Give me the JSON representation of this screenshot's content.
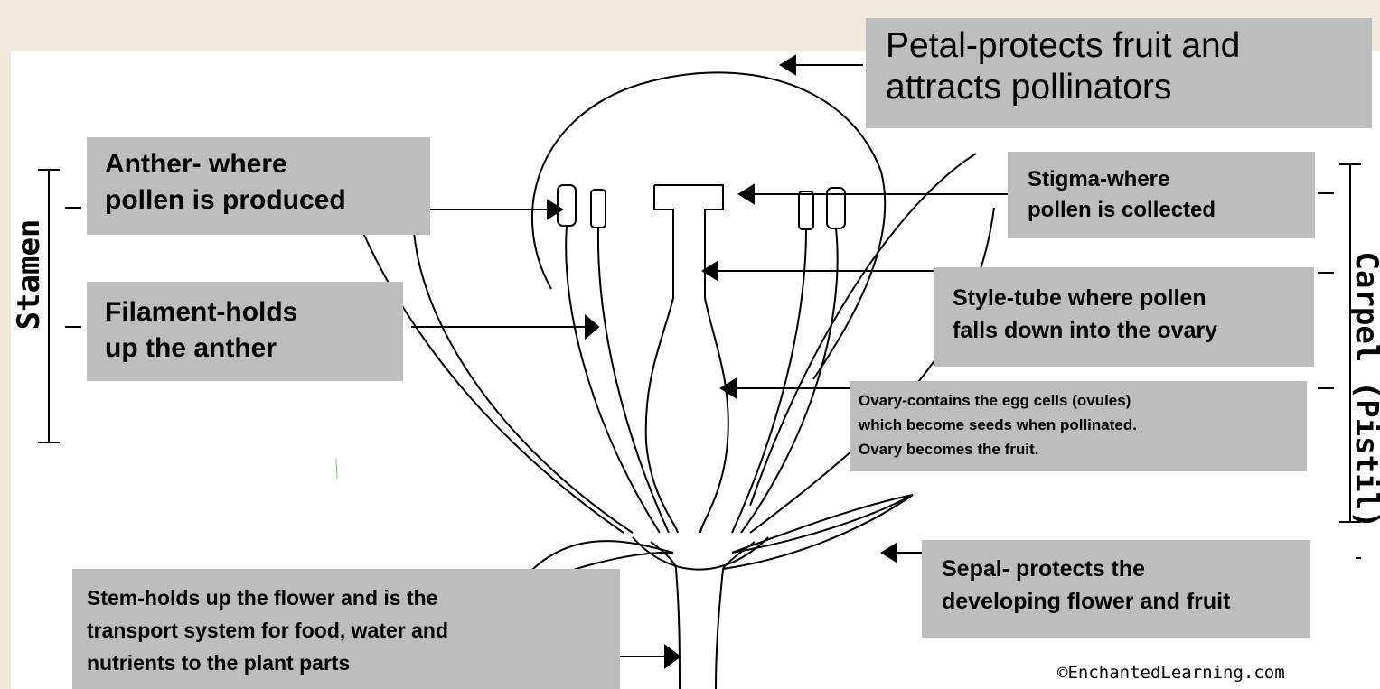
{
  "colors": {
    "background": "#efebdc",
    "diagram": "#ffffff",
    "label_box": "#bdbdbd",
    "line": "#000000"
  },
  "labels": {
    "petal": "Petal-protects fruit and\nattracts pollinators",
    "anther": "Anther- where\npollen is produced",
    "filament": "Filament-holds\nup the anther",
    "stigma": "Stigma-where\npollen is collected",
    "style": "Style-tube where pollen\nfalls down into the ovary",
    "ovary": "Ovary-contains the egg cells (ovules)\nwhich become seeds when pollinated.\nOvary becomes the fruit.",
    "sepal": "Sepal- protects the\ndeveloping flower and fruit",
    "stem": "Stem-holds up the flower and is the\ntransport system for food, water and\nnutrients to the plant parts"
  },
  "group_labels": {
    "stamen": "Stamen",
    "carpel": "Carpel (Pistil)"
  },
  "credit": "©EnchantedLearning.com"
}
